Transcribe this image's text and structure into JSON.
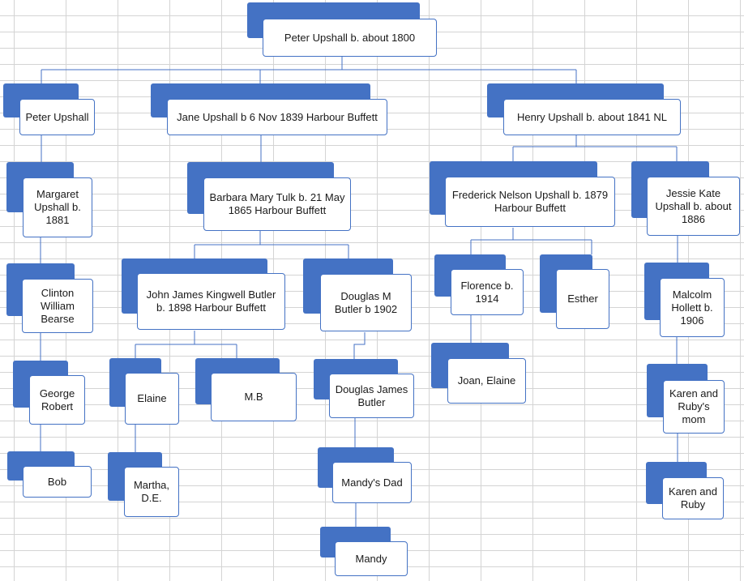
{
  "accent_color": "#4472c4",
  "line_color": "#4472c4",
  "nodes": {
    "peter_sr": "Peter Upshall b. about 1800",
    "peter_jr": "Peter Upshall",
    "jane": "Jane Upshall b 6 Nov 1839 Harbour Buffett",
    "henry": "Henry Upshall b. about 1841 NL",
    "margaret": "Margaret Upshall b. 1881",
    "barbara": "Barbara Mary Tulk b. 21 May 1865 Harbour Buffett",
    "frederick": "Frederick Nelson Upshall b. 1879 Harbour Buffett",
    "jessie": "Jessie Kate Upshall b. about 1886",
    "clinton": "Clinton William Bearse",
    "john": "John James Kingwell Butler b. 1898 Harbour Buffett",
    "douglas_m": "Douglas M Butler b 1902",
    "florence": "Florence b. 1914",
    "esther": "Esther",
    "malcolm": "Malcolm Hollett b. 1906",
    "george": "George Robert",
    "elaine": "Elaine",
    "mb": "M.B",
    "douglas_james": "Douglas James Butler",
    "joan": "Joan, Elaine",
    "karen_mom": "Karen and Ruby's mom",
    "bob": "Bob",
    "martha": "Martha, D.E.",
    "mandys_dad": "Mandy's Dad",
    "karen": "Karen and Ruby",
    "mandy": "Mandy"
  }
}
